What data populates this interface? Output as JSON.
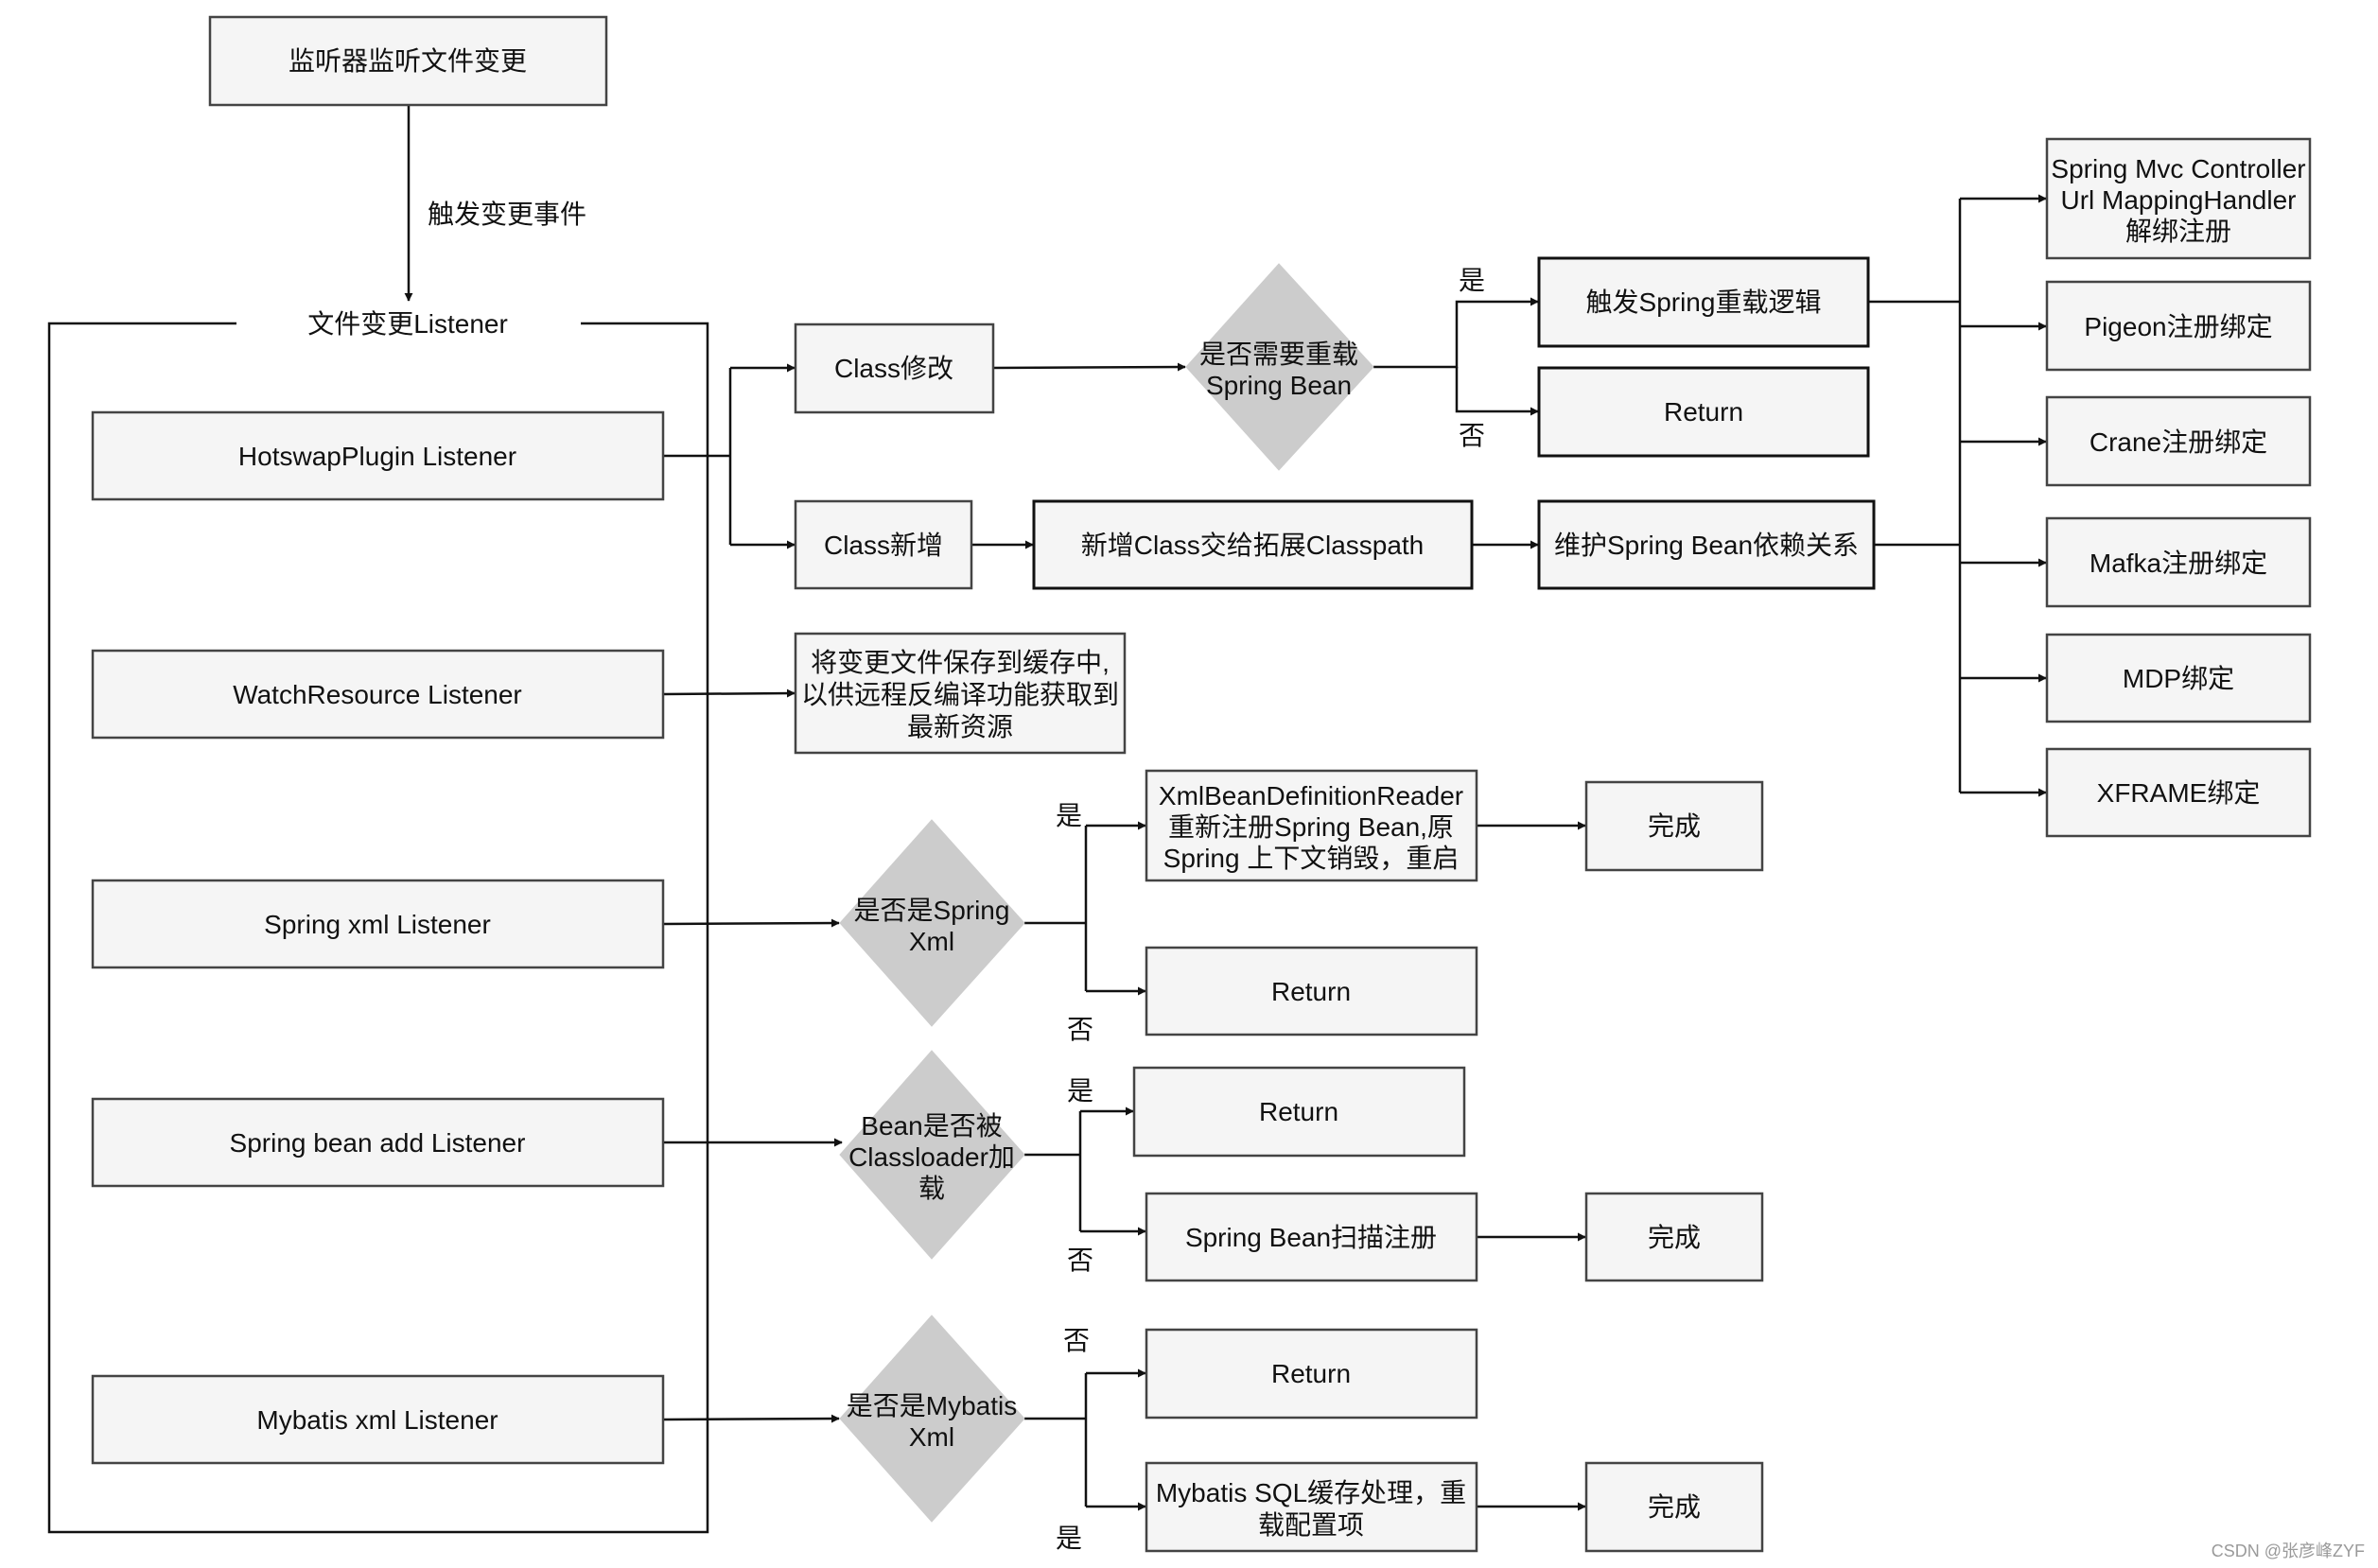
{
  "nodes": {
    "monitor": "监听器监听文件变更",
    "listener_group": "文件变更Listener",
    "hotswap": "HotswapPlugin Listener",
    "watch_resource": "WatchResource Listener",
    "spring_xml": "Spring xml Listener",
    "spring_bean_add": "Spring bean add Listener",
    "mybatis_xml": "Mybatis xml Listener",
    "class_modify": "Class修改",
    "class_add": "Class新增",
    "need_reload": [
      "是否需要重载",
      "Spring Bean"
    ],
    "trigger_reload": "触发Spring重载逻辑",
    "return_reload": "Return",
    "add_classpath": "新增Class交给拓展Classpath",
    "maintain_deps": "维护Spring Bean依赖关系",
    "cache_file": [
      "将变更文件保存到缓存中,",
      "以供远程反编译功能获取到",
      "最新资源"
    ],
    "is_spring_xml": [
      "是否是Spring",
      "Xml"
    ],
    "xml_reader": [
      "XmlBeanDefinitionReader",
      "重新注册Spring Bean,原",
      "Spring 上下文销毁，重启"
    ],
    "done_xml": "完成",
    "return_xml": "Return",
    "is_loaded": [
      "Bean是否被",
      "Classloader加",
      "载"
    ],
    "return_bean": "Return",
    "scan_register": "Spring Bean扫描注册",
    "done_bean": "完成",
    "is_mybatis_xml": [
      "是否是Mybatis",
      "Xml"
    ],
    "return_mybatis": "Return",
    "mybatis_cache": [
      "Mybatis SQL缓存处理，重",
      "载配置项"
    ],
    "done_mybatis": "完成",
    "mvc": [
      "Spring Mvc Controller",
      "Url MappingHandler",
      "解绑注册"
    ],
    "pigeon": "Pigeon注册绑定",
    "crane": "Crane注册绑定",
    "mafka": "Mafka注册绑定",
    "mdp": "MDP绑定",
    "xframe": "XFRAME绑定"
  },
  "edge_labels": {
    "trigger_event": "触发变更事件",
    "yes_reload": "是",
    "no_reload": "否",
    "yes_xml": "是",
    "no_xml": "否",
    "yes_loaded": "是",
    "no_loaded": "否",
    "no_mybatis": "否",
    "yes_mybatis": "是"
  },
  "watermark": "CSDN @张彦峰ZYF"
}
